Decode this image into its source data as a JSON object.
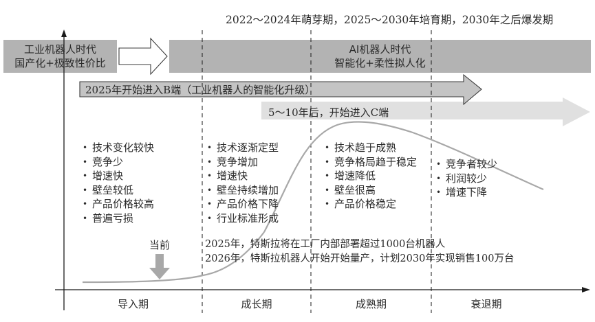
{
  "title_note": "2022～2024年萌芽期，2025～2030年培育期，2030年之后爆发期",
  "eras": {
    "industrial": {
      "line1": "工业机器人时代",
      "line2": "国产化+极致性价比"
    },
    "ai": {
      "line1": "AI机器人时代",
      "line2": "智能化+柔性拟人化"
    }
  },
  "arrows": {
    "b_end": "2025年开始进入B端（工业机器人的智能化升级）",
    "c_end": "5～10年后，开始进入C端"
  },
  "stages": [
    {
      "name": "导入期",
      "traits": [
        "技术变化较快",
        "竞争少",
        "增速快",
        "壁垒较低",
        "产品价格较高",
        "普遍亏损"
      ]
    },
    {
      "name": "成长期",
      "traits": [
        "技术逐渐定型",
        "竞争增加",
        "增速快",
        "壁垒持续增加",
        "产品价格下降",
        "行业标准形成"
      ]
    },
    {
      "name": "成熟期",
      "traits": [
        "技术趋于成熟",
        "竞争格局趋于稳定",
        "增速降低",
        "壁垒很高",
        "产品价格稳定"
      ]
    },
    {
      "name": "衰退期",
      "traits": [
        "竞争者较少",
        "利润较少",
        "增速下降"
      ]
    }
  ],
  "current_marker": "当前",
  "tesla_notes": [
    "2025年，特斯拉将在工厂内部部署超过1000台机器人",
    "2026年，特斯拉机器人开始开始量产，计划2030年实现销售100万台"
  ],
  "colors": {
    "era_box": "#b3b3b3",
    "b_arrow": "#c4c4c4",
    "c_arrow": "#e0e0e0",
    "curve": "#a8a8a8",
    "axis": "#1a1a1a"
  }
}
